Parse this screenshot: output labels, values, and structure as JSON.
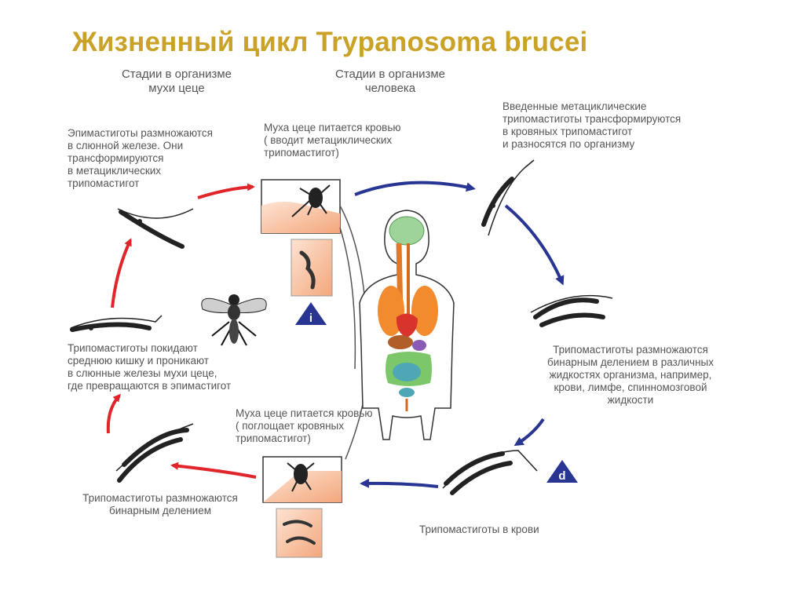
{
  "title": "Жизненный цикл Trypanosoma brucei",
  "headers": {
    "fly": "Стадии в организме\nмухи цеце",
    "human": "Стадии в организме\nчеловека"
  },
  "labels": {
    "epimastigotes": "Эпимастиготы размножаются\nв слюнной железе. Они\nтрансформируются\nв метациклических\nтрипомастигот",
    "fly_feeds_injects": "Муха цеце питается кровью\n( вводит метациклических\nтрипомастигот)",
    "injected": "Введенные метациклические\nтрипомастиготы трансформируются\nв кровяных трипомастигот\nи разносятся по организму",
    "leave_midgut": "Трипомастиготы покидают\nсреднюю кишку и проникают\nв слюнные железы мухи цеце,\nгде превращаются в эпимастигот",
    "multiply_fluids": "Трипомастиготы размножаются\nбинарным делением в различных\nжидкостях организма, например,\nкрови, лимфе, спинномозговой\nжидкости",
    "fly_feeds_ingests": "Муха цеце питается кровью\n( поглощает кровяных\nтрипомастигот)",
    "multiply_binary": "Трипомастиготы размножаются\nбинарным делением",
    "in_blood": "Трипомастиготы в крови"
  },
  "badges": {
    "infective": "i",
    "diagnostic": "d"
  },
  "colors": {
    "title": "#c9a227",
    "fly_cycle_arrow": "#e0262b",
    "human_cycle_arrow": "#283593",
    "badge": "#283593",
    "skin": "#f3a77c"
  }
}
